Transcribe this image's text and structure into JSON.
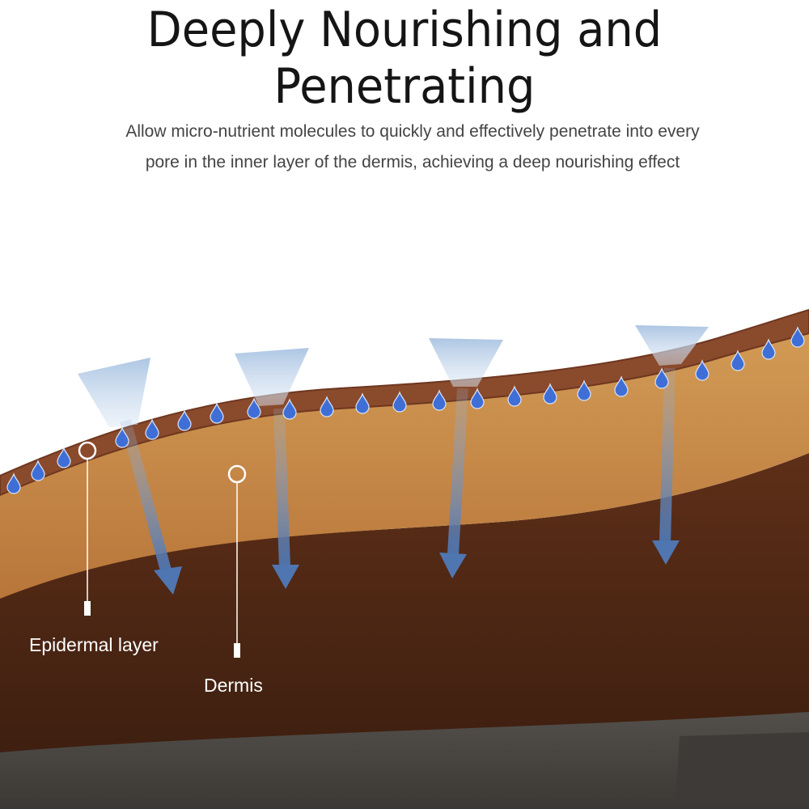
{
  "title": "Deeply Nourishing and Penetrating",
  "subtitle": {
    "line1": "Allow micro-nutrient molecules to quickly and effectively penetrate into every",
    "line2": "pore in the inner layer of the dermis, achieving a deep nourishing effect"
  },
  "labels": {
    "epidermal": "Epidermal layer",
    "dermis": "Dermis"
  },
  "colors": {
    "background": "#ffffff",
    "grain_layer": "#8a4a2c",
    "suede_layer": "#c98945",
    "inner_layer": "#5a2c16",
    "sole": "#4a4642",
    "drop": "#3f6fd6",
    "arrow": "#5c7fb4",
    "beam": "#b7cde6"
  },
  "icons": [
    "water-drop-icon",
    "down-arrow-icon",
    "callout-ring-icon"
  ]
}
